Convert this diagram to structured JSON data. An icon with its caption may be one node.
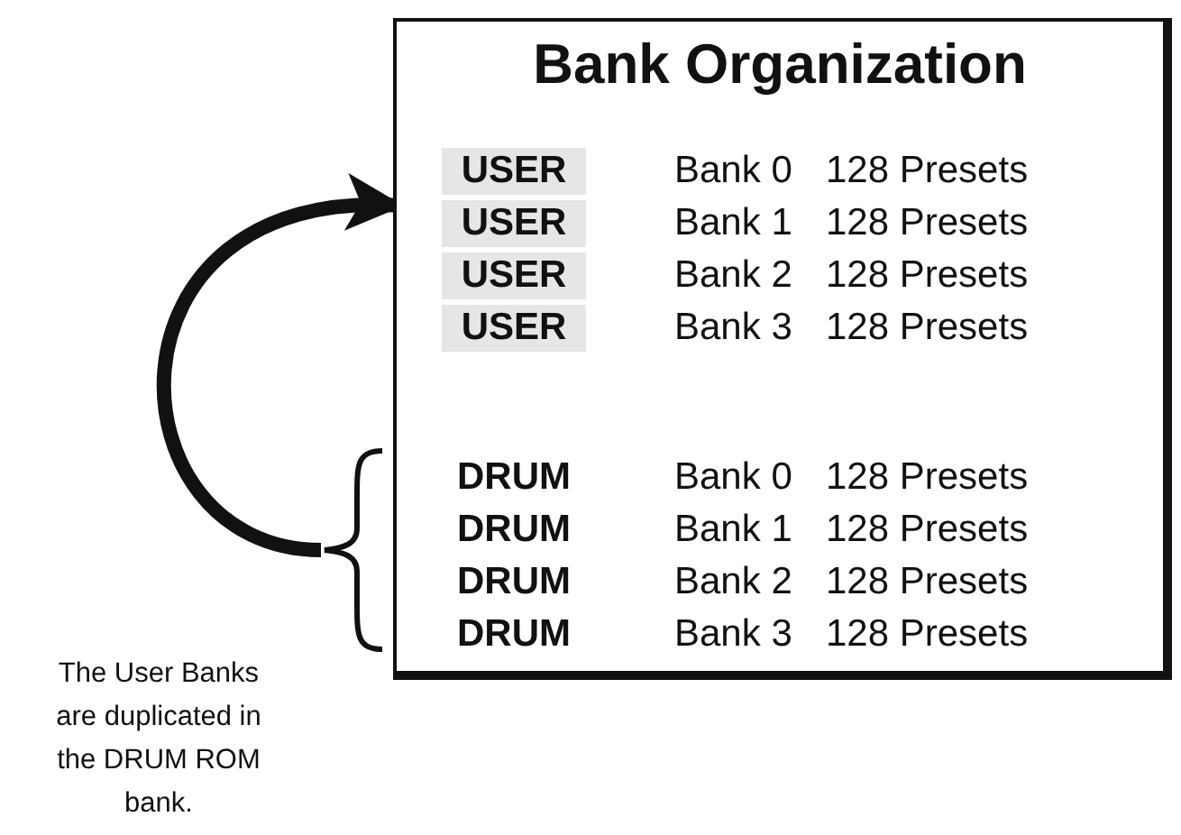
{
  "diagram": {
    "title": "Bank Organization",
    "nodes": [
      {
        "text": [],
        "shape": "box"
      },
      {
        "text": [
          "USER",
          "Bank 0",
          "128 Presets",
          "USER",
          "Bank 1",
          "128 Presets",
          "USER",
          "Bank 2",
          "128 Presets",
          "USER",
          "Bank 3",
          "128 Presets"
        ],
        "in": 0
      },
      {
        "text": [
          "DRUM",
          "Bank 0",
          "128 Presets",
          "DRUM",
          "Bank 1",
          "128 Presets",
          "DRUM",
          "Bank 2",
          "128 Presets",
          "DRUM",
          "Bank 3",
          "128 Presets"
        ],
        "in": 0
      },
      {
        "text": [],
        "shape": "brace",
        "beside": [
          "The User Banks are duplicated in the DRUM ROM bank."
        ]
      }
    ],
    "edges": [
      {
        "from": 3,
        "to": 1,
        "arrow": "to"
      }
    ]
  }
}
